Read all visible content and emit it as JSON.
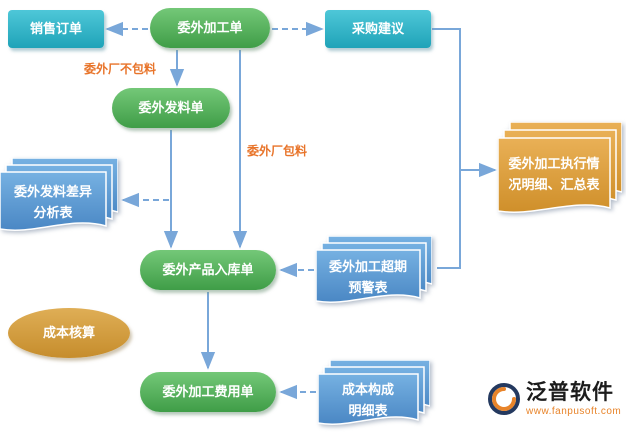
{
  "diagram": {
    "nodes": {
      "sales_order": {
        "label": "销售订单",
        "shape": "rectangle",
        "color": "#1fa3b8"
      },
      "outsourcing_order": {
        "label": "委外加工单",
        "shape": "stadium",
        "color": "#46a24c"
      },
      "purchase_suggestion": {
        "label": "采购建议",
        "shape": "rectangle",
        "color": "#1fa3b8"
      },
      "material_issue": {
        "label": "委外发料单",
        "shape": "stadium",
        "color": "#46a24c"
      },
      "issue_diff_report": {
        "label": "委外发料差异\n分析表",
        "shape": "document-stack",
        "color": "#5b9bd5"
      },
      "product_inbound": {
        "label": "委外产品入库单",
        "shape": "stadium",
        "color": "#46a24c"
      },
      "overdue_warning": {
        "label": "委外加工超期\n预警表",
        "shape": "document-stack",
        "color": "#5b9bd5"
      },
      "execution_report": {
        "label": "委外加工执行情\n况明细、汇总表",
        "shape": "document-stack",
        "color": "#dd9933"
      },
      "cost_accounting": {
        "label": "成本核算",
        "shape": "ellipse",
        "color": "#c68d2c"
      },
      "processing_fee": {
        "label": "委外加工费用单",
        "shape": "stadium",
        "color": "#46a24c"
      },
      "cost_detail": {
        "label": "成本构成\n明细表",
        "shape": "document-stack",
        "color": "#5b9bd5"
      }
    },
    "edge_labels": {
      "no_material_supplied": "委外厂不包料",
      "material_supplied": "委外厂包料"
    },
    "colors": {
      "connector": "#79a7d9",
      "edge_label_text": "#e8742a"
    }
  },
  "logo": {
    "name": "泛普软件",
    "url": "www.fanpusoft.com"
  }
}
